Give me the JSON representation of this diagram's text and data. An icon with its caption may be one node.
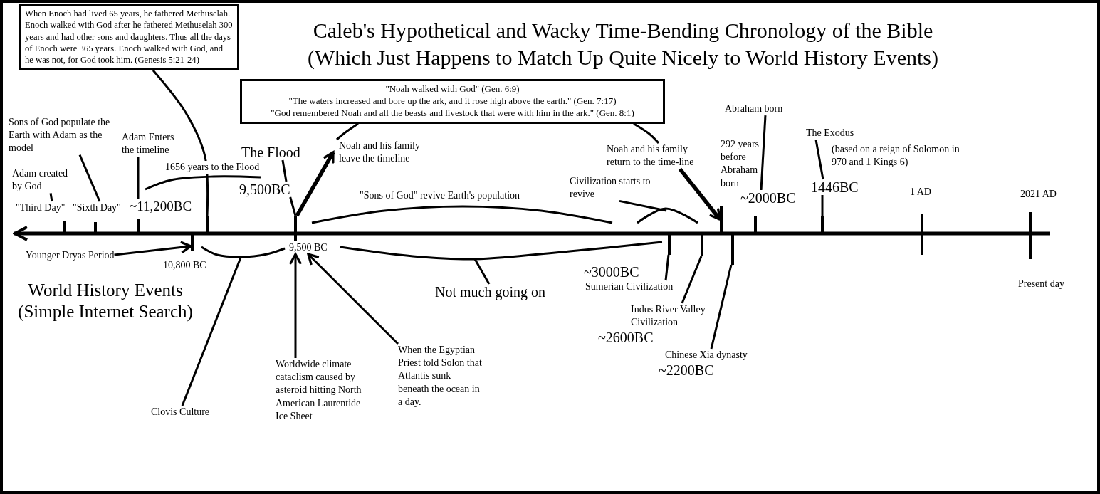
{
  "diagram": {
    "title": "Caleb's Hypothetical and Wacky Time-Bending Chronology of the Bible (Which Just Happens to Match Up Quite Nicely to World History Events)",
    "nodes": [
      {
        "text": [
          "When Enoch had lived 65 years, he fathered Methuselah. Enoch walked with God after he fathered Methuselah 300 years and had other sons and daughters. Thus all the days of Enoch were 365 years. Enoch walked with God, and he was not, for God took him. (Genesis 5:21-24)"
        ]
      },
      {
        "text": [
          "\"Noah walked with God\" (Gen. 6:9)",
          "\"The waters increased and bore up the ark, and it rose high above the earth.\" (Gen. 7:17)",
          "\"God remembered Noah and all the beasts and livestock that were with him in the ark.\" (Gen. 8:1)"
        ]
      },
      {
        "text": [
          "Sons of God populate the Earth with Adam as the model"
        ]
      },
      {
        "text": [
          "Adam Enters the timeline"
        ]
      },
      {
        "text": [
          "Adam created by God"
        ]
      },
      {
        "text": [
          "\"Third Day\""
        ]
      },
      {
        "text": [
          "\"Sixth Day\""
        ]
      },
      {
        "text": [
          "~11,200BC"
        ]
      },
      {
        "text": [
          "The Flood"
        ]
      },
      {
        "text": [
          "9,500BC"
        ]
      },
      {
        "text": [
          "Noah and his family leave the timeline"
        ]
      },
      {
        "text": [
          "Noah and his family return to the time-line"
        ]
      },
      {
        "text": [
          "Abraham born"
        ]
      },
      {
        "text": [
          "~2000BC"
        ]
      },
      {
        "text": [
          "The Exodus"
        ]
      },
      {
        "text": [
          "1446BC"
        ]
      },
      {
        "text": [
          "Civilization starts to revive"
        ]
      },
      {
        "text": [
          "Younger Dryas Period"
        ]
      },
      {
        "text": [
          "9,500 BC"
        ]
      },
      {
        "text": [
          "Clovis Culture"
        ]
      },
      {
        "text": [
          "Not much going on"
        ]
      },
      {
        "text": [
          "Sumerian Civilization"
        ]
      },
      {
        "text": [
          "Indus River Valley Civilization"
        ]
      },
      {
        "text": [
          "Chinese Xia dynasty"
        ]
      },
      {
        "text": [
          "Worldwide climate cataclism caused by asteroid hitting North American Laurentide Ice Sheet"
        ]
      },
      {
        "text": [
          "When the Egyptian Priest told Solon that Atlantis sunk beneath the ocean in a day."
        ]
      },
      {
        "text": [],
        "shape": "bar"
      },
      {
        "text": [],
        "shape": "bar"
      },
      {
        "text": [],
        "shape": "bar"
      },
      {
        "text": [],
        "shape": "bar"
      },
      {
        "text": [],
        "shape": "bar"
      },
      {
        "text": [],
        "shape": "bar"
      },
      {
        "text": [],
        "shape": "bar"
      },
      {
        "text": [],
        "shape": "bar"
      },
      {
        "text": [],
        "shape": "arc"
      },
      {
        "text": [],
        "shape": "arc"
      },
      {
        "text": [],
        "shape": "arc"
      },
      {
        "text": [],
        "shape": "line"
      }
    ],
    "edges": [
      {
        "from": 0,
        "to": 27,
        "arrow": "none"
      },
      {
        "from": 1,
        "to": 10,
        "arrow": "none"
      },
      {
        "from": 1,
        "to": 11,
        "arrow": "none"
      },
      {
        "from": 2,
        "to": 6,
        "arrow": "none"
      },
      {
        "from": 4,
        "to": 5,
        "arrow": "none"
      },
      {
        "from": 3,
        "to": 7,
        "arrow": "none"
      },
      {
        "from": 8,
        "to": 9,
        "arrow": "none"
      },
      {
        "from": 9,
        "to": 28,
        "arrow": "none"
      },
      {
        "from": 28,
        "to": 10,
        "arrow": "to",
        "style": "thick"
      },
      {
        "from": 11,
        "to": 31,
        "arrow": "to",
        "style": "thick"
      },
      {
        "from": 12,
        "to": 13,
        "arrow": "none"
      },
      {
        "from": 14,
        "to": 15,
        "arrow": "none"
      },
      {
        "from": 15,
        "to": 33,
        "arrow": "none"
      },
      {
        "from": 16,
        "to": 36,
        "arrow": "none"
      },
      {
        "from": 17,
        "to": 26,
        "arrow": "to"
      },
      {
        "from": 19,
        "to": 34,
        "arrow": "none"
      },
      {
        "from": 20,
        "to": 35,
        "arrow": "none"
      },
      {
        "from": 21,
        "to": 29,
        "arrow": "none"
      },
      {
        "from": 22,
        "to": 30,
        "arrow": "none"
      },
      {
        "from": 23,
        "to": 32,
        "arrow": "none"
      },
      {
        "from": 24,
        "to": 18,
        "arrow": "to"
      },
      {
        "from": 25,
        "to": 18,
        "arrow": "to"
      }
    ],
    "labels": [
      "1656 years to the Flood",
      "\"Sons of God\" revive Earth's population",
      "292 years before Abraham born",
      "(based on a reign of Solomon in 970 and 1 Kings 6)",
      "1 AD",
      "2021 AD",
      "10,800 BC",
      "World History Events (Simple Internet Search)",
      "~3000BC",
      "~2600BC",
      "~2200BC",
      "Present day"
    ]
  }
}
